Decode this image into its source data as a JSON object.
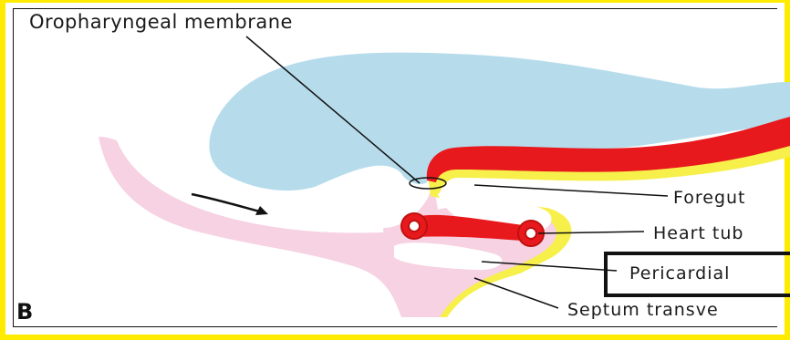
{
  "figure": {
    "panel_letter": "B",
    "labels": {
      "oropharyngeal_membrane": "Oropharyngeal membrane",
      "foregut": "Foregut",
      "heart_tube": "Heart tub",
      "pericardial": "Pericardial",
      "septum_transversum": "Septum transve"
    },
    "colors": {
      "frame_yellow": "#ffeb00",
      "brain_blue": "#b6dcec",
      "endoderm_red": "#e8191c",
      "yolk_yellow": "#f7ef4a",
      "mesoderm_pink": "#f6d2e2",
      "highlight_box": "#111111"
    }
  }
}
